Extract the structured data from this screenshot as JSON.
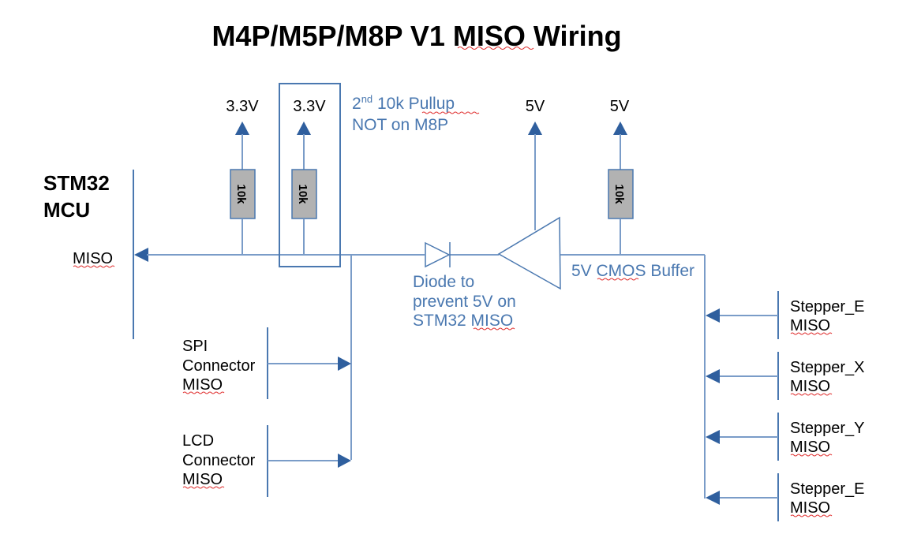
{
  "title": "M4P/M5P/M8P V1 MISO Wiring",
  "mcu": {
    "line1": "STM32",
    "line2": "MCU",
    "pin": "MISO"
  },
  "rails": {
    "v33_a": "3.3V",
    "v33_b": "3.3V",
    "v5_buffer": "5V",
    "v5_pullup": "5V"
  },
  "resistors": {
    "r1": "10k",
    "r2": "10k",
    "r3": "10k"
  },
  "notes": {
    "pullup_prefix": "2",
    "pullup_sup": "nd",
    "pullup_rest": " 10k Pullup",
    "pullup_line2": "NOT on M8P",
    "diode_line1": "Diode to",
    "diode_line2": "prevent 5V on",
    "diode_line3": "STM32 MISO",
    "buffer": "5V CMOS Buffer"
  },
  "connectors": [
    {
      "line1": "SPI",
      "line2": "Connector",
      "line3": "MISO"
    },
    {
      "line1": "LCD",
      "line2": "Connector",
      "line3": "MISO"
    }
  ],
  "steppers": [
    {
      "line1": "Stepper_E",
      "line2": "MISO"
    },
    {
      "line1": "Stepper_X",
      "line2": "MISO"
    },
    {
      "line1": "Stepper_Y",
      "line2": "MISO"
    },
    {
      "line1": "Stepper_E",
      "line2": "MISO"
    }
  ]
}
